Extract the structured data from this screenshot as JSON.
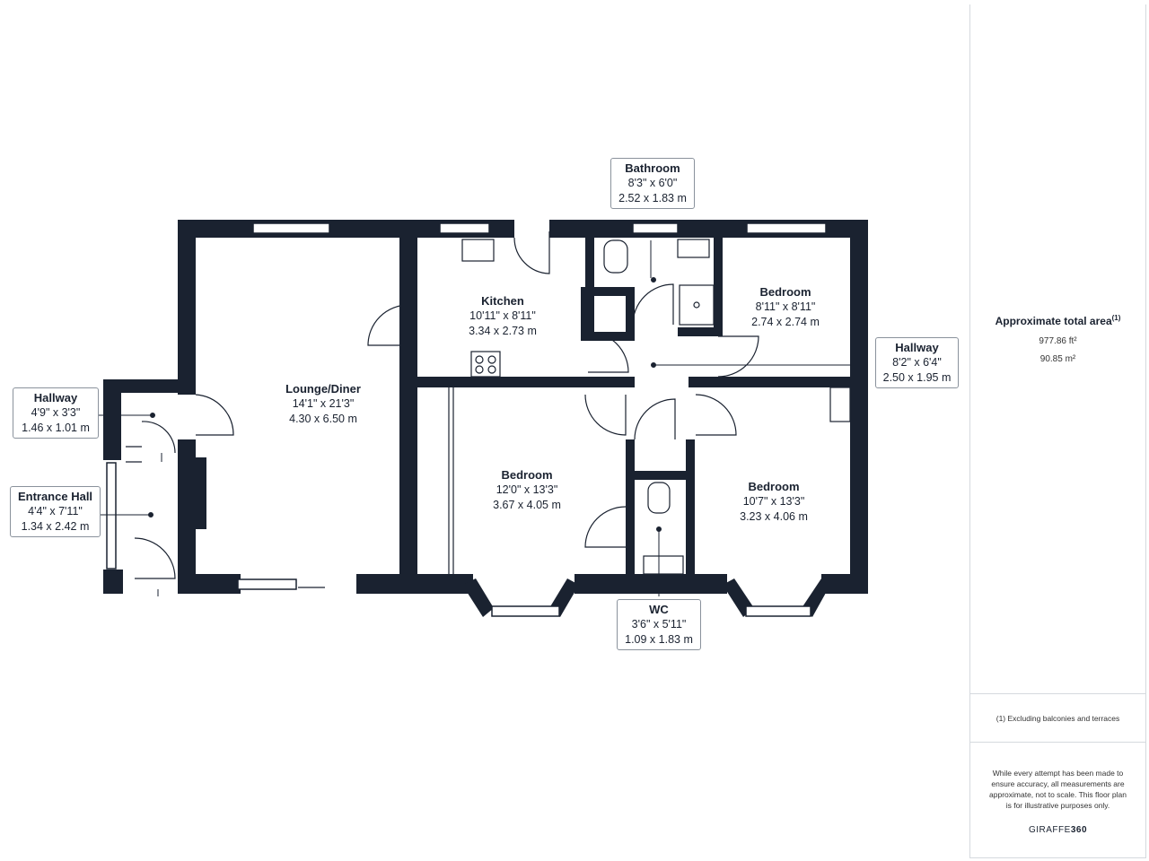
{
  "rooms": {
    "lounge": {
      "name": "Lounge/Diner",
      "imperial": "14'1\" x 21'3\"",
      "metric": "4.30 x 6.50 m"
    },
    "kitchen": {
      "name": "Kitchen",
      "imperial": "10'11\" x 8'11\"",
      "metric": "3.34 x 2.73 m"
    },
    "bedroom_ne": {
      "name": "Bedroom",
      "imperial": "8'11\" x 8'11\"",
      "metric": "2.74 x 2.74 m"
    },
    "bedroom_center": {
      "name": "Bedroom",
      "imperial": "12'0\" x 13'3\"",
      "metric": "3.67 x 4.05 m"
    },
    "bedroom_se": {
      "name": "Bedroom",
      "imperial": "10'7\" x 13'3\"",
      "metric": "3.23 x 4.06 m"
    }
  },
  "callouts": {
    "bathroom": {
      "name": "Bathroom",
      "imperial": "8'3\" x 6'0\"",
      "metric": "2.52 x 1.83 m"
    },
    "hallway_right": {
      "name": "Hallway",
      "imperial": "8'2\" x 6'4\"",
      "metric": "2.50 x 1.95 m"
    },
    "hallway_left": {
      "name": "Hallway",
      "imperial": "4'9\" x 3'3\"",
      "metric": "1.46 x 1.01 m"
    },
    "entrance_hall": {
      "name": "Entrance Hall",
      "imperial": "4'4\" x 7'11\"",
      "metric": "1.34 x 2.42 m"
    },
    "wc": {
      "name": "WC",
      "imperial": "3'6\" x 5'11\"",
      "metric": "1.09 x 1.83 m"
    }
  },
  "sidebar": {
    "area_title": "Approximate total area",
    "area_sup": "(1)",
    "area_sqft": "977.86 ft²",
    "area_sqm": "90.85 m²",
    "footnote": "(1) Excluding balconies and terraces",
    "disclaimer": "While every attempt has been made to ensure accuracy, all measurements are approximate, not to scale. This floor plan is for illustrative purposes only.",
    "brand_prefix": "GIRAFFE",
    "brand_suffix": "360"
  },
  "colors": {
    "wall": "#1a2230",
    "line": "#1a2230",
    "callout_border": "#8a929c",
    "background": "#ffffff"
  }
}
